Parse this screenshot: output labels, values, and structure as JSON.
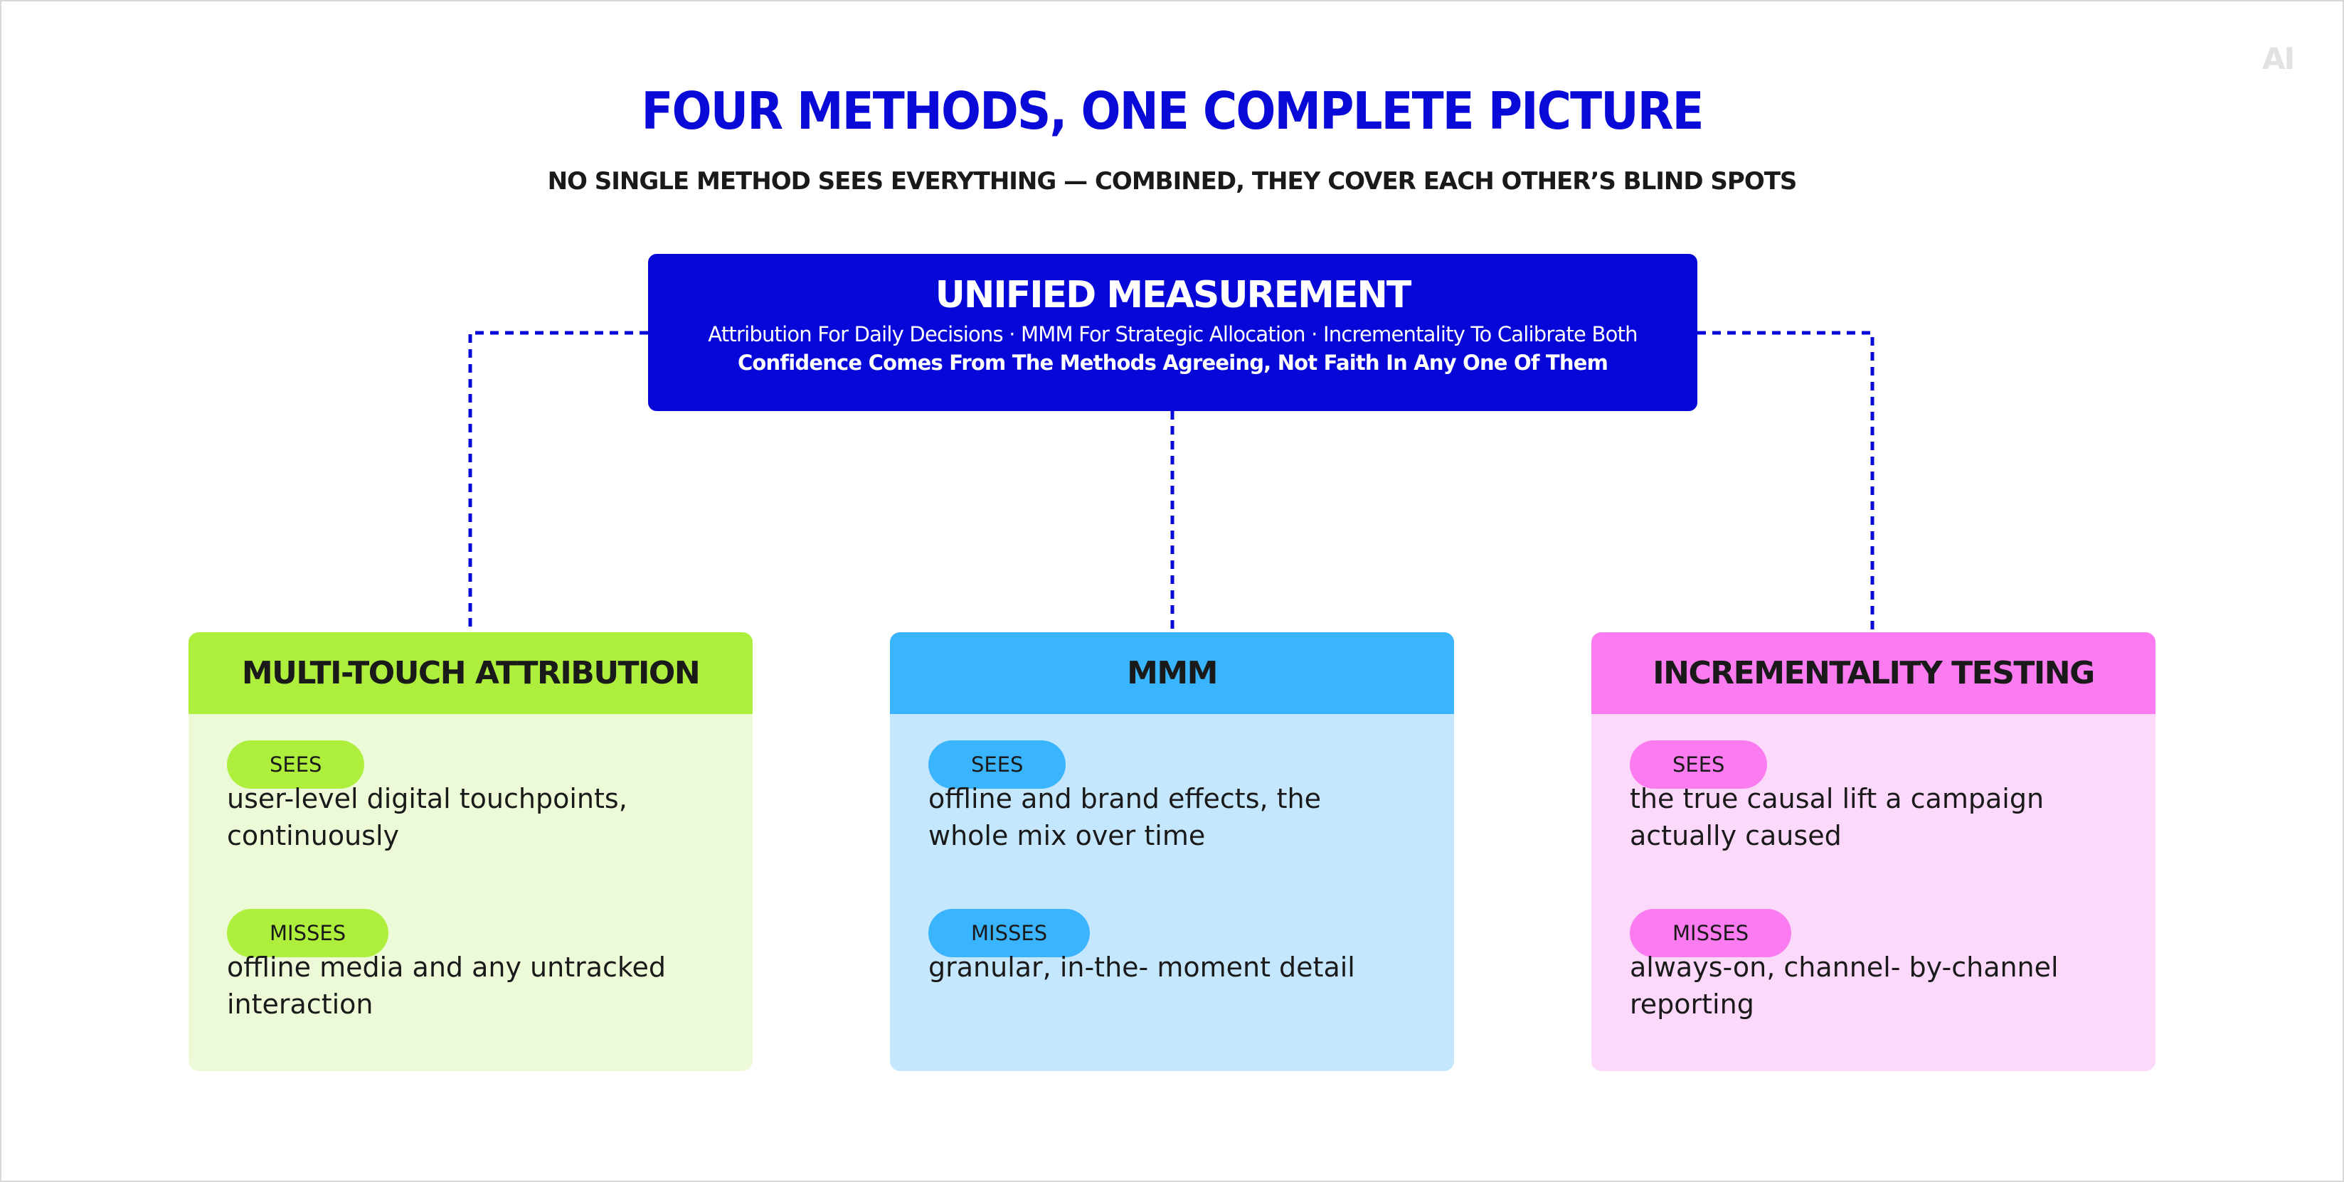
{
  "title": "FOUR METHODS, ONE COMPLETE PICTURE",
  "subtitle": "NO SINGLE METHOD SEES EVERYTHING — COMBINED, THEY COVER EACH OTHER’S BLIND SPOTS",
  "logo_text": "AI",
  "hub": {
    "title": "UNIFIED MEASUREMENT",
    "line1": "Attribution For Daily Decisions · MMM For Strategic Allocation · Incrementality To Calibrate Both",
    "line2": "Confidence Comes From The Methods Agreeing, Not Faith In Any One Of Them"
  },
  "methods": [
    {
      "title": "MULTI-TOUCH ATTRIBUTION",
      "sees_label": "SEES",
      "sees": "user-level digital touchpoints, continuously",
      "misses_label": "MISSES",
      "misses": "offline media and any untracked interaction"
    },
    {
      "title": "MMM",
      "sees_label": "SEES",
      "sees": "offline and brand effects, the whole mix over time",
      "misses_label": "MISSES",
      "misses": "granular, in-the- moment detail"
    },
    {
      "title": "INCREMENTALITY TESTING",
      "sees_label": "SEES",
      "sees": "the true causal lift a campaign actually caused",
      "misses_label": "MISSES",
      "misses": "always-on, channel- by-channel reporting"
    }
  ],
  "colors": {
    "brand_blue": "#0707d8",
    "mta_header": "#aeee3c",
    "mta_body": "#ecfad7",
    "mmm_header": "#3ab4fc",
    "mmm_body": "#c5e7fd",
    "incrementality_header": "#fb7cf0",
    "incrementality_body": "#fcd9fb"
  }
}
